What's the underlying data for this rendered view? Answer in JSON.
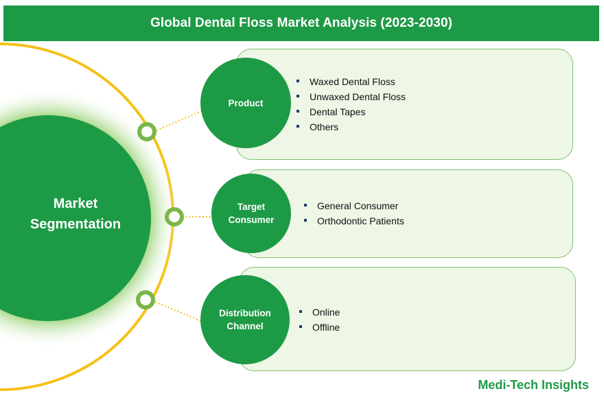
{
  "title": "Global Dental Floss Market Analysis (2023-2030)",
  "center": {
    "label_line1": "Market",
    "label_line2": "Segmentation"
  },
  "segments": [
    {
      "name_line1": "Product",
      "name_line2": "",
      "items": [
        "Waxed Dental Floss",
        "Unwaxed Dental Floss",
        "Dental Tapes",
        "Others"
      ]
    },
    {
      "name_line1": "Target",
      "name_line2": "Consumer",
      "items": [
        "General Consumer",
        "Orthodontic Patients"
      ]
    },
    {
      "name_line1": "Distribution",
      "name_line2": "Channel",
      "items": [
        "Online",
        "Offline"
      ]
    }
  ],
  "brand": "Medi-Tech Insights",
  "colors": {
    "green": "#1d9a45",
    "ring": "#f5c118",
    "connector_ring": "#7ab648",
    "panel_fill": "#eef6e6",
    "bullet": "#1f3a6e"
  }
}
